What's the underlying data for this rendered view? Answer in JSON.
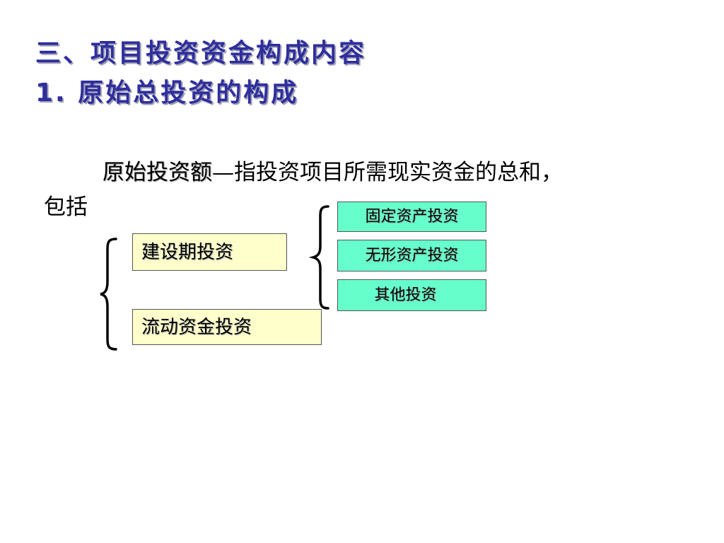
{
  "titles": {
    "section": "三、项目投资资金构成内容",
    "subsection": "1. 原始总投资的构成"
  },
  "definition": {
    "term": "原始投资额",
    "dash": "—",
    "rest": "指投资项目所需现实资金的总和，",
    "continuation": "包括"
  },
  "tree": {
    "construction_investment": "建设期投资",
    "working_capital_investment": "流动资金投资",
    "sub_items": [
      "固定资产投资",
      "无形资产投资",
      "其他投资"
    ]
  },
  "colors": {
    "title": "#2e2e9e",
    "beige_box": "#ffffcc",
    "green_box": "#66ffcc"
  }
}
